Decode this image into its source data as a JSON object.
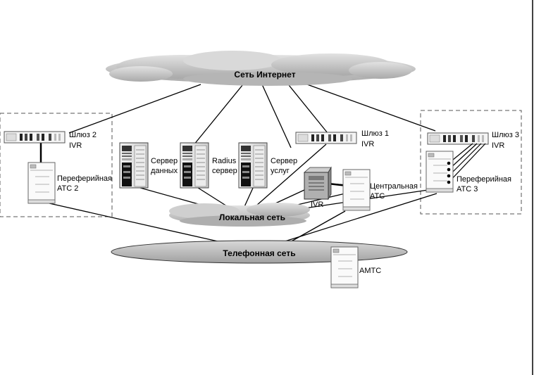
{
  "labels": {
    "internet": "Сеть Интернет",
    "local_net": "Локальная сеть",
    "phone_net": "Телефонная сеть",
    "gw2_l1": "Шлюз 2",
    "gw2_l2": "IVR",
    "gw1_l1": "Шлюз 1",
    "gw1_l2": "IVR",
    "gw3_l1": "Шлюз 3",
    "gw3_l2": "IVR",
    "pbx2_l1": "Переферийная",
    "pbx2_l2": "АТС 2",
    "pbx3_l1": "Переферийная",
    "pbx3_l2": "АТС 3",
    "data_srv_l1": "Сервер",
    "data_srv_l2": "данных",
    "radius_srv_l1": "Radius",
    "radius_srv_l2": "сервер",
    "svc_srv_l1": "Сервер",
    "svc_srv_l2": "услуг",
    "ivr": "IVR",
    "central_l1": "Центральная",
    "central_l2": "АТС",
    "amts": "АМТС"
  }
}
